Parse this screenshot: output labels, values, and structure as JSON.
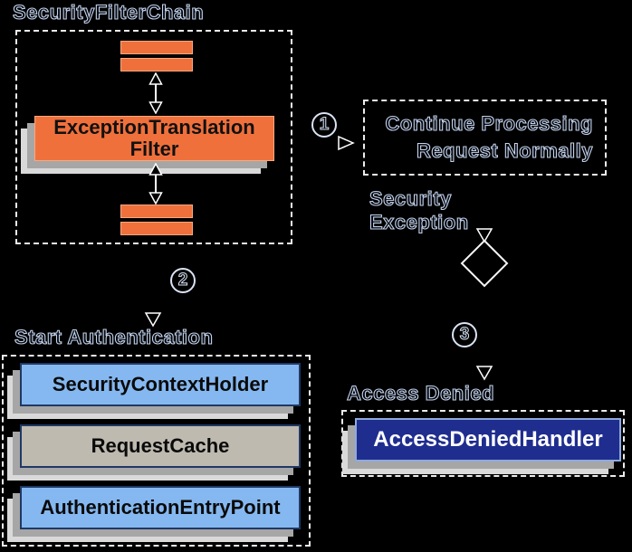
{
  "title": "SecurityFilterChain",
  "filter_chain": {
    "title": "SecurityFilterChain",
    "filter_line1": "ExceptionTranslation",
    "filter_line2": "Filter"
  },
  "security_exception": {
    "line1": "Security",
    "line2": "Exception"
  },
  "steps": {
    "one": {
      "number": "1",
      "target_line1": "Continue Processing",
      "target_line2": "Request Normally"
    },
    "two": {
      "number": "2",
      "label": "Start Authentication",
      "handlers": [
        "SecurityContextHolder",
        "RequestCache",
        "AuthenticationEntryPoint"
      ]
    },
    "three": {
      "number": "3",
      "label": "Access Denied",
      "handler": "AccessDeniedHandler"
    }
  },
  "icons": [
    "double-arrow-icon",
    "arrow-right-icon",
    "arrow-down-icon",
    "decision-diamond-icon"
  ],
  "colors": {
    "background": "#000000",
    "orange": "#F0703C",
    "orange_border": "#F9A97E",
    "light_blue": "#85B8F0",
    "tan_gray": "#BEBAB0",
    "dark_blue": "#1F2D8F",
    "navy_border": "#1F3864",
    "handler_border": "#8FAADC",
    "outline_text": "#C3D3EC",
    "dashed_border": "#ECECEC",
    "shadow_mid": "#A6A6A6",
    "shadow_light": "#D9D9D9"
  }
}
